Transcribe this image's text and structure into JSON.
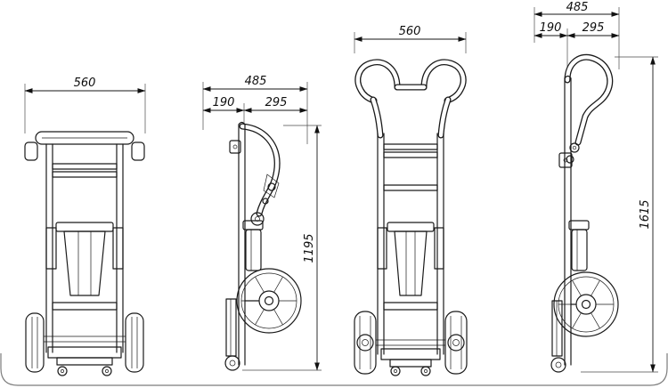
{
  "drawing": {
    "front_folded": {
      "dim_width": "560"
    },
    "side_folded": {
      "dim_width_total": "485",
      "dim_front": "190",
      "dim_rear": "295",
      "dim_height": "1195"
    },
    "front_extended": {
      "dim_width": "560"
    },
    "side_extended": {
      "dim_width_total": "485",
      "dim_front": "190",
      "dim_rear": "295",
      "dim_height": "1615"
    }
  }
}
